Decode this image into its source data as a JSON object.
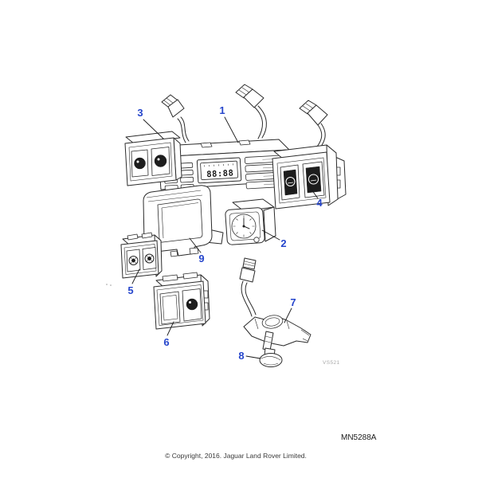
{
  "figure": {
    "code": "MN5288A",
    "watermark": "VS521",
    "copyright": "© Copyright, 2016. Jaguar Land Rover Limited.",
    "display_text": "88:88",
    "colors": {
      "accent": "#2646cc",
      "line": "#2b2b2b",
      "paper": "#ffffff",
      "symbol_dark": "#1d1d1d"
    },
    "icons": {
      "switch_symbol": "filled-circle-glyph",
      "clock_face": "analog-clock-with-ticks-and-hands",
      "connector": "harness-plug"
    },
    "callouts": [
      "1",
      "2",
      "3",
      "4",
      "5",
      "6",
      "7",
      "8",
      "9"
    ]
  }
}
